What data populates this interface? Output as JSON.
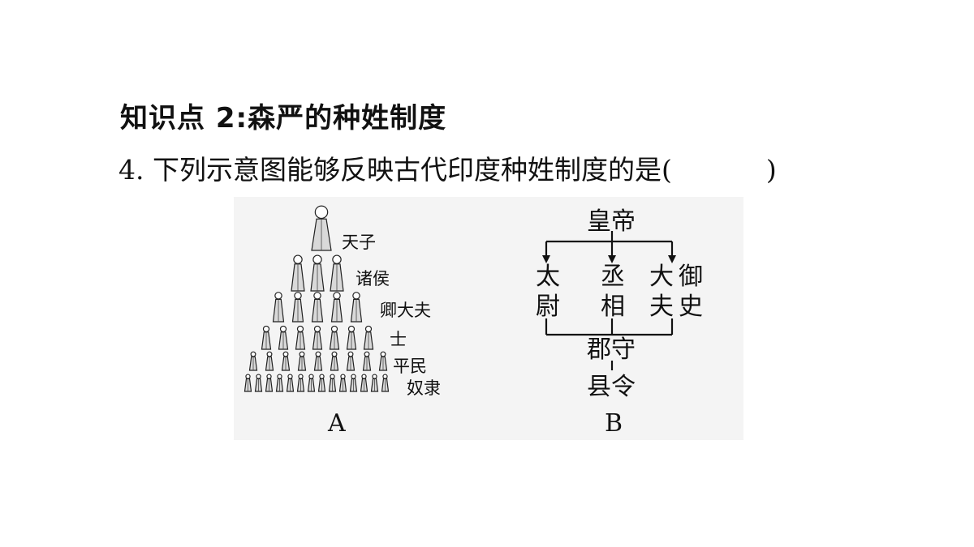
{
  "heading": "知识点 2:森严的种姓制度",
  "question": {
    "text": "4. 下列示意图能够反映古代印度种姓制度的是",
    "open_paren": "(",
    "close_paren": ")"
  },
  "figure_a": {
    "caption": "A",
    "tiers": [
      {
        "label": "天子",
        "count": 1
      },
      {
        "label": "诸侯",
        "count": 3
      },
      {
        "label": "卿大夫",
        "count": 5
      },
      {
        "label": "士",
        "count": 7
      },
      {
        "label": "平民",
        "count": 9
      },
      {
        "label": "奴隶",
        "count": 14
      }
    ]
  },
  "figure_b": {
    "caption": "B",
    "top": "皇帝",
    "offices": {
      "left_1": "太",
      "left_2": "尉",
      "mid_1": "丞",
      "mid_2": "相",
      "right_1": "大",
      "right_2": "夫",
      "right_3": "御",
      "right_4": "史"
    },
    "prefecture": "郡守",
    "county": "县令"
  }
}
